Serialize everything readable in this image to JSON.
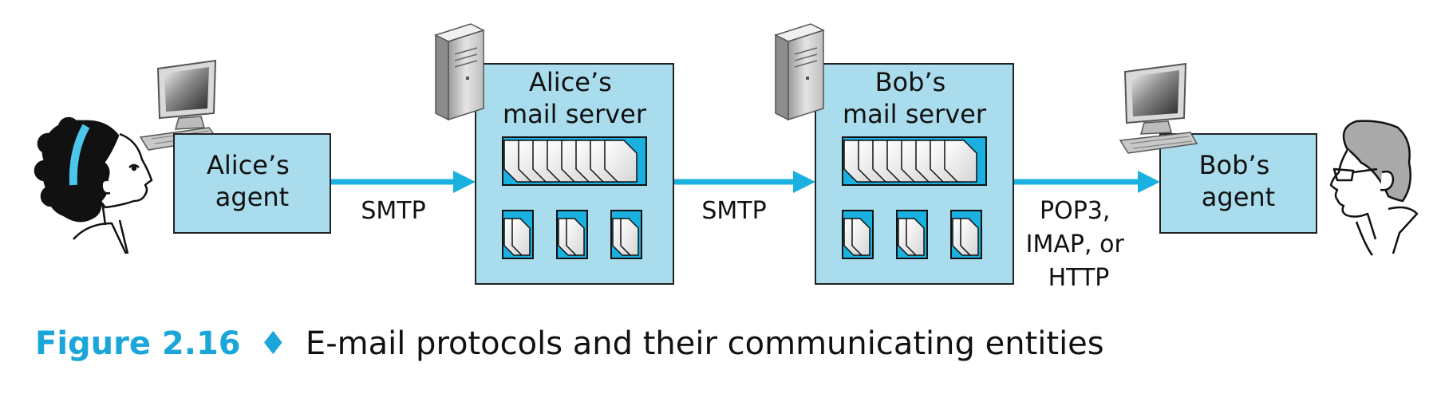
{
  "colors": {
    "box_fill": "#a9dcec",
    "arrow": "#1ab0e0",
    "caption_accent": "#1aa6d9",
    "text": "#111111"
  },
  "nodes": {
    "alice_agent": {
      "lines": [
        "Alice’s",
        "agent"
      ]
    },
    "alice_server": {
      "lines": [
        "Alice’s",
        "mail server"
      ]
    },
    "bob_server": {
      "lines": [
        "Bob’s",
        "mail server"
      ]
    },
    "bob_agent": {
      "lines": [
        "Bob’s",
        "agent"
      ]
    }
  },
  "edges": {
    "alice_to_server": {
      "lines": [
        "SMTP"
      ]
    },
    "server_to_server": {
      "lines": [
        "SMTP"
      ]
    },
    "server_to_bob": {
      "lines": [
        "POP3,",
        "IMAP, or",
        "HTTP"
      ]
    }
  },
  "caption": {
    "label": "Figure 2.16",
    "separator": "♦",
    "text": "E-mail protocols and their communicating entities"
  }
}
